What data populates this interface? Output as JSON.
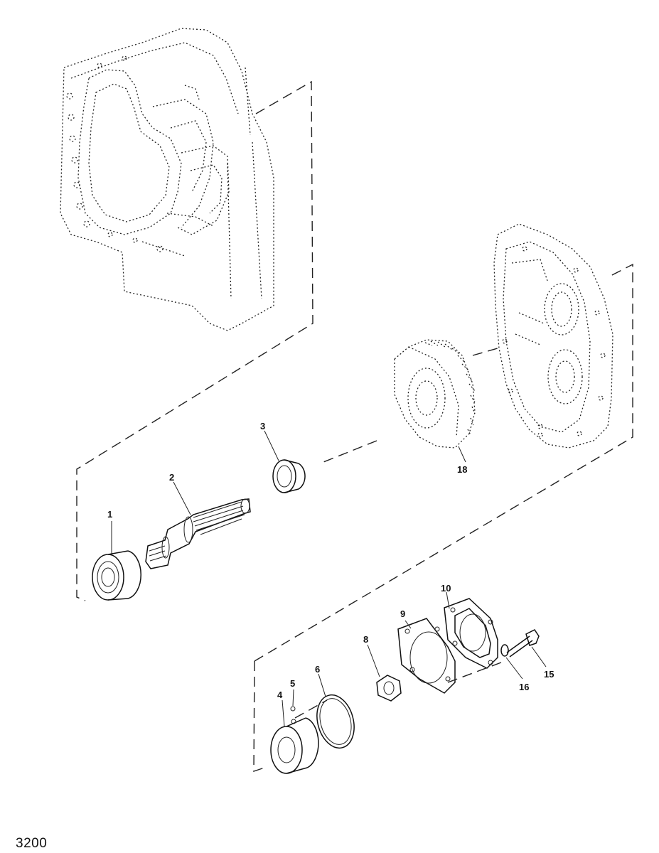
{
  "figure": {
    "number": "3200",
    "part_labels": {
      "p1": "1",
      "p2": "2",
      "p3": "3",
      "p4": "4",
      "p5": "5",
      "p6": "6",
      "p8": "8",
      "p9": "9",
      "p10": "10",
      "p15": "15",
      "p16": "16",
      "p18": "18"
    }
  }
}
